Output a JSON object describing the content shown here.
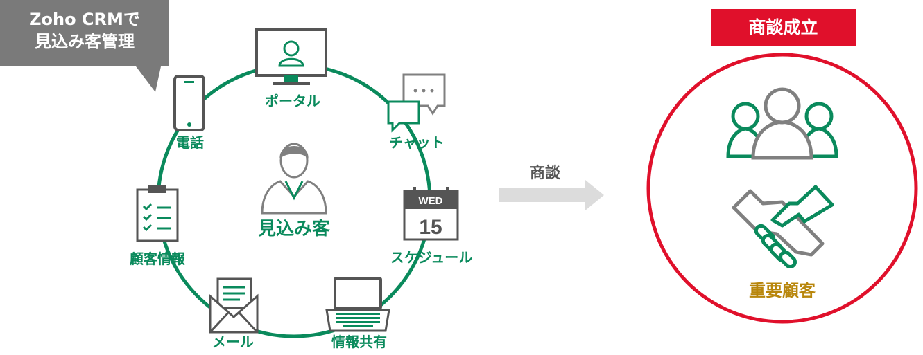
{
  "callout": {
    "line1": "Zoho CRMで",
    "line2": "見込み客管理"
  },
  "center_label": "見込み客",
  "channels": {
    "portal": "ポータル",
    "chat": "チャット",
    "schedule": "スケジュール",
    "info_share": "情報共有",
    "mail": "メール",
    "customer_info": "顧客情報",
    "phone": "電話"
  },
  "calendar": {
    "day": "WED",
    "date": "15"
  },
  "arrow_label": "商談",
  "result": {
    "badge": "商談成立",
    "label": "重要顧客"
  },
  "colors": {
    "green": "#0a8a5c",
    "gray": "#808080",
    "red": "#e0102b",
    "gold": "#b8860b",
    "arrow": "#dcdcdc"
  }
}
